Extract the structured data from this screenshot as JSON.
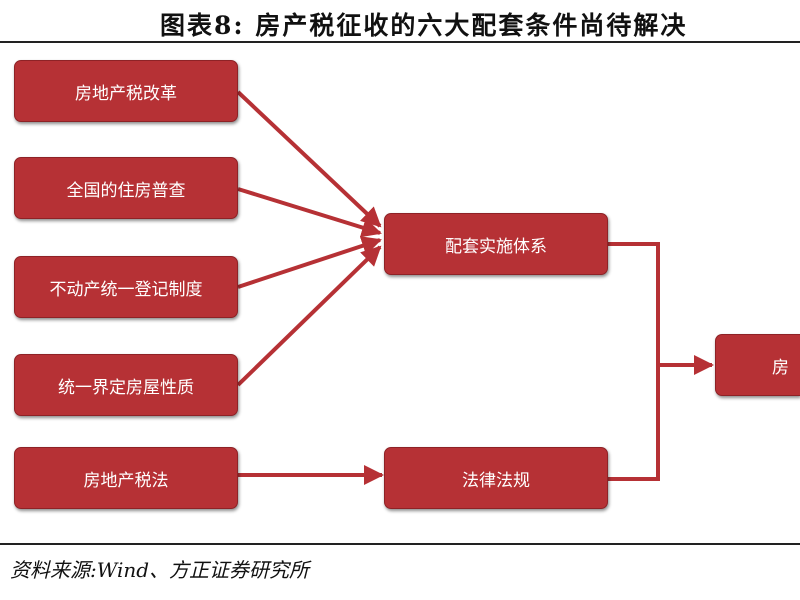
{
  "header": {
    "title": "图表8:  房产税征收的六大配套条件尚待解决"
  },
  "diagram": {
    "inputs": [
      {
        "label": "房地产税改革"
      },
      {
        "label": "全国的住房普查"
      },
      {
        "label": "不动产统一登记制度"
      },
      {
        "label": "统一界定房屋性质"
      },
      {
        "label": "房地产税法"
      }
    ],
    "middle": [
      {
        "label": "配套实施体系"
      },
      {
        "label": "法律法规"
      }
    ],
    "output": {
      "label": "房"
    }
  },
  "footer": {
    "source": "资料来源:Wind、方正证券研究所"
  },
  "colors": {
    "box": "#b63135",
    "connector": "#b63135"
  }
}
